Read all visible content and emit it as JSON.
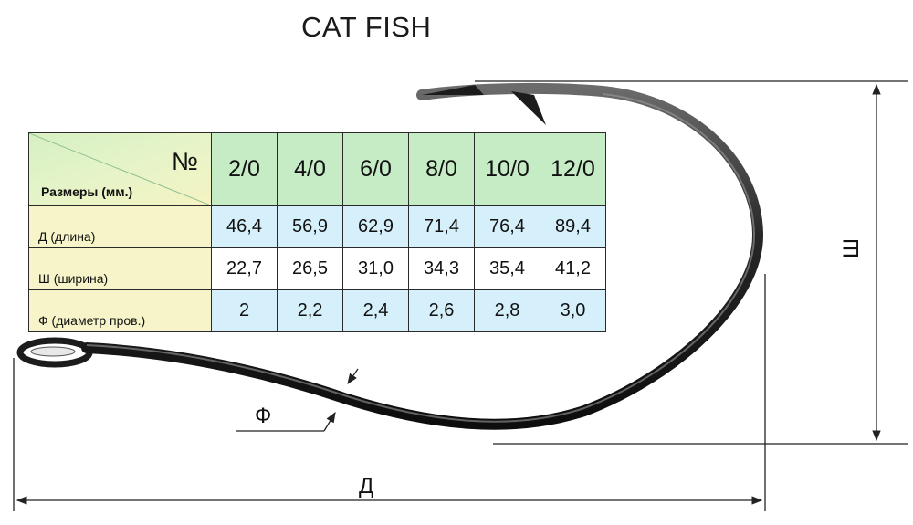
{
  "title": "CAT FISH",
  "table": {
    "corner_number_label": "№",
    "corner_sizes_label": "Размеры (мм.)",
    "sizes": [
      "2/0",
      "4/0",
      "6/0",
      "8/0",
      "10/0",
      "12/0"
    ],
    "rows": [
      {
        "label": "Д (длина)",
        "values": [
          "46,4",
          "56,9",
          "62,9",
          "71,4",
          "76,4",
          "89,4"
        ]
      },
      {
        "label": "Ш (ширина)",
        "values": [
          "22,7",
          "26,5",
          "31,0",
          "34,3",
          "35,4",
          "41,2"
        ]
      },
      {
        "label": "Ф (диаметр пров.)",
        "values": [
          "2",
          "2,2",
          "2,4",
          "2,6",
          "2,8",
          "3,0"
        ]
      }
    ]
  },
  "dimensions": {
    "length_label": "Д",
    "width_label": "Ш",
    "diameter_label": "Ф"
  }
}
